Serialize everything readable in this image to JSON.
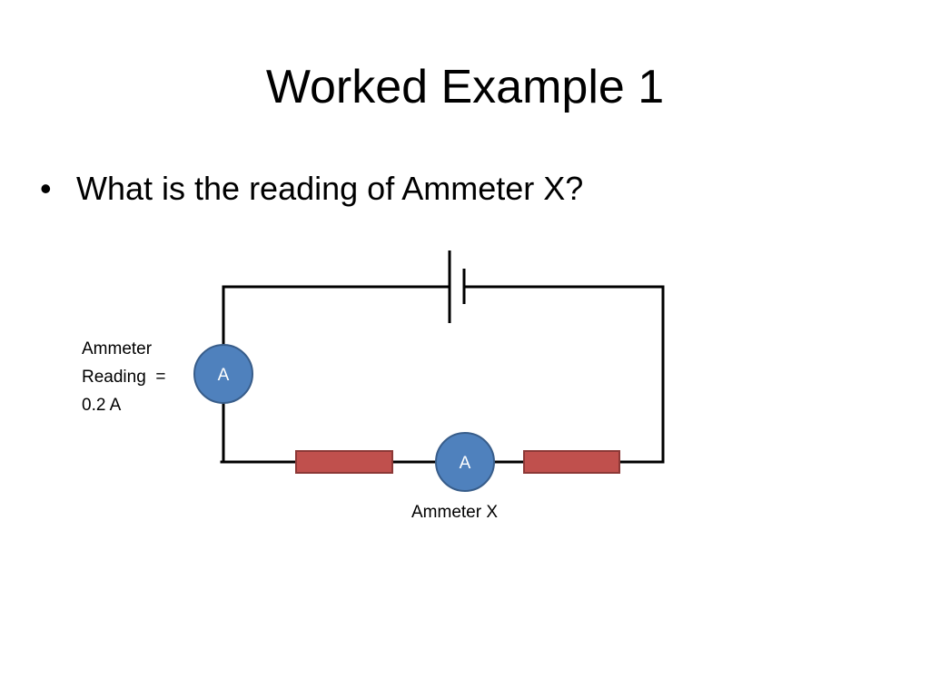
{
  "slide": {
    "title": "Worked Example 1",
    "bullet_symbol": "•",
    "bullet_text": "What is the reading of Ammeter X?"
  },
  "circuit": {
    "ammeter_left": {
      "symbol": "A",
      "label_lines": [
        "Ammeter",
        "Reading  =",
        "0.2 A"
      ]
    },
    "ammeter_x": {
      "symbol": "A",
      "label": "Ammeter X"
    },
    "components": [
      "cell",
      "resistor",
      "resistor",
      "ammeter",
      "ammeter"
    ],
    "colors": {
      "wire": "#000000",
      "ammeter_fill": "#4f81bd",
      "ammeter_stroke": "#385d8a",
      "resistor_fill": "#c0504d",
      "resistor_stroke": "#8c3836"
    }
  }
}
